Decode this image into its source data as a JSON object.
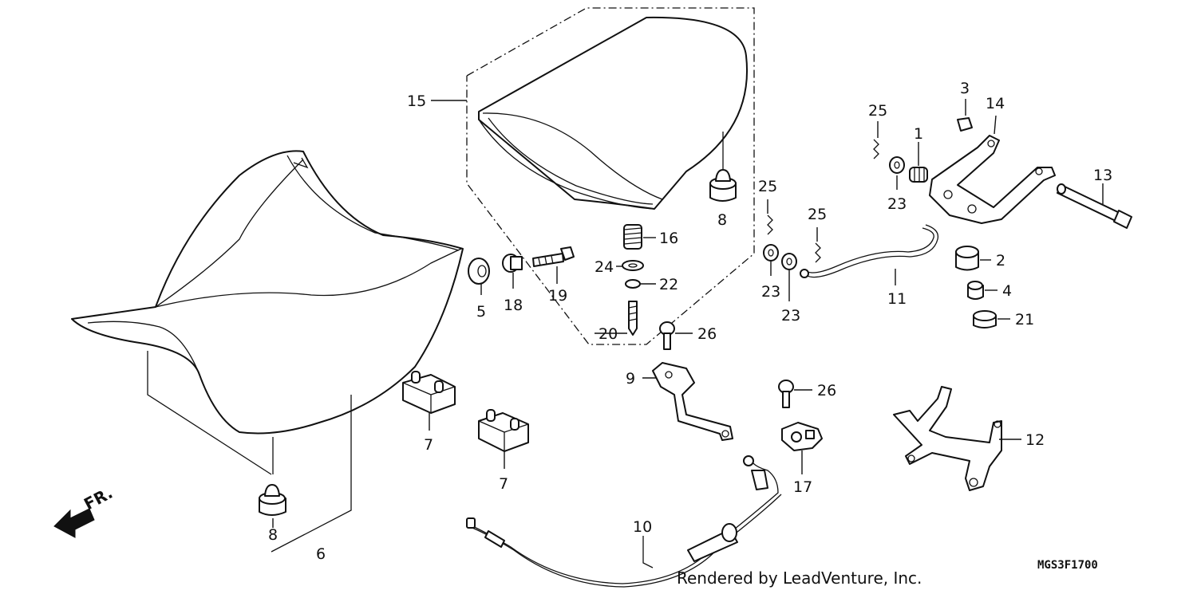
{
  "diagram": {
    "callouts": {
      "c1": "1",
      "c2": "2",
      "c3": "3",
      "c4": "4",
      "c5": "5",
      "c6": "6",
      "c7a": "7",
      "c7b": "7",
      "c8a": "8",
      "c8b": "8",
      "c9": "9",
      "c10": "10",
      "c11": "11",
      "c12": "12",
      "c13": "13",
      "c14": "14",
      "c15": "15",
      "c16": "16",
      "c17": "17",
      "c18": "18",
      "c19": "19",
      "c20": "20",
      "c21": "21",
      "c22": "22",
      "c23a": "23",
      "c23b": "23",
      "c23c": "23",
      "c24": "24",
      "c25a": "25",
      "c25b": "25",
      "c25c": "25",
      "c26a": "26",
      "c26b": "26"
    },
    "direction_label": "FR.",
    "credit": "Rendered by LeadVenture, Inc.",
    "drawing_code": "MGS3F1700"
  }
}
